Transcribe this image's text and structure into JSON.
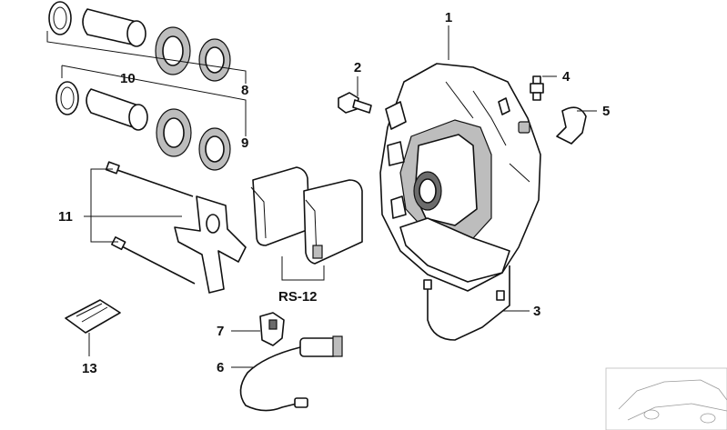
{
  "diagram": {
    "title": "Brake caliper exploded parts diagram",
    "callouts": [
      {
        "id": "1",
        "text": "1"
      },
      {
        "id": "2",
        "text": "2"
      },
      {
        "id": "3",
        "text": "3"
      },
      {
        "id": "4",
        "text": "4"
      },
      {
        "id": "5",
        "text": "5"
      },
      {
        "id": "6",
        "text": "6"
      },
      {
        "id": "7",
        "text": "7"
      },
      {
        "id": "8",
        "text": "8"
      },
      {
        "id": "9",
        "text": "9"
      },
      {
        "id": "10",
        "text": "10"
      },
      {
        "id": "11",
        "text": "11"
      },
      {
        "id": "13",
        "text": "13"
      },
      {
        "id": "rs12",
        "text": "RS-12"
      }
    ]
  }
}
